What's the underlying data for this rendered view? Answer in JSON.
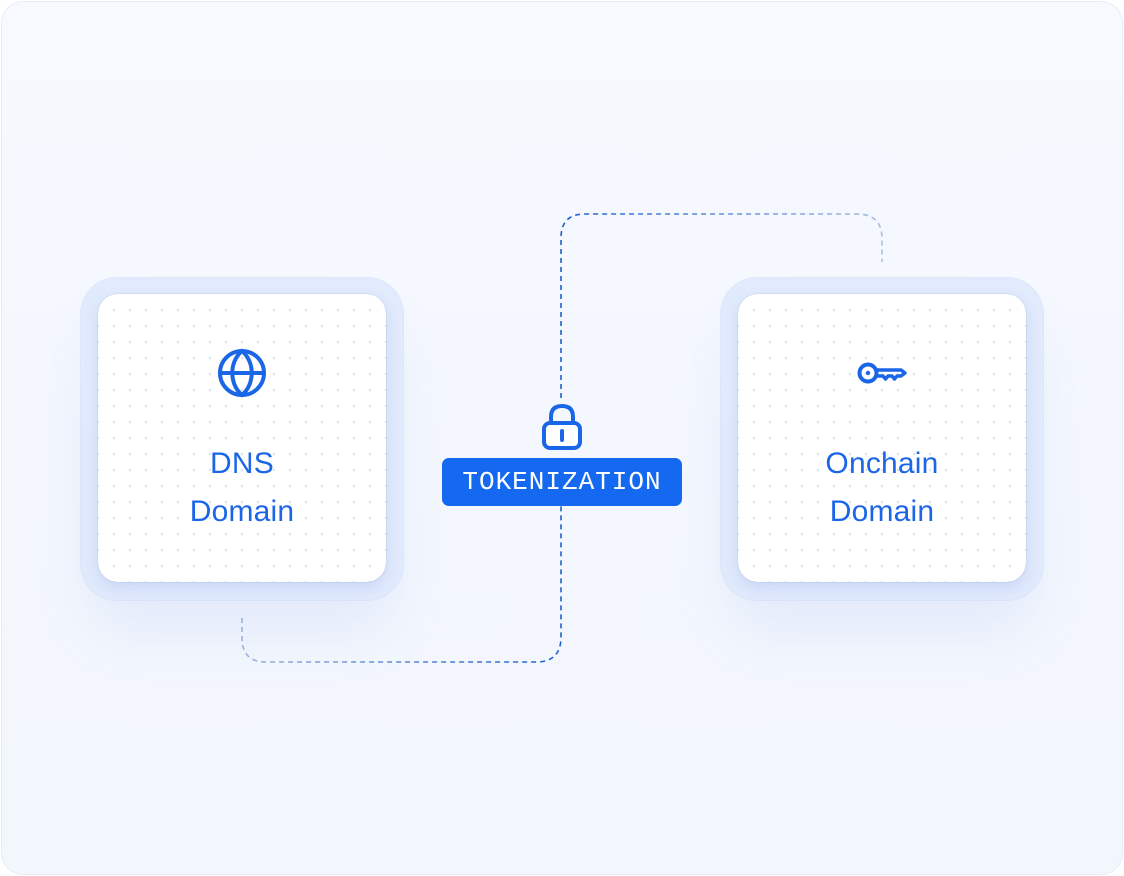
{
  "diagram": {
    "source_card": {
      "icon": "globe-icon",
      "label_line1": "DNS",
      "label_line2": "Domain"
    },
    "target_card": {
      "icon": "key-icon",
      "label_line1": "Onchain",
      "label_line2": "Domain"
    },
    "connector": {
      "icon": "lock-icon",
      "label": "TOKENIZATION"
    },
    "colors": {
      "accent": "#1469f0",
      "text": "#1a66e6",
      "background": "#f5f8fe",
      "connector_line": "#2a6fd6"
    }
  }
}
